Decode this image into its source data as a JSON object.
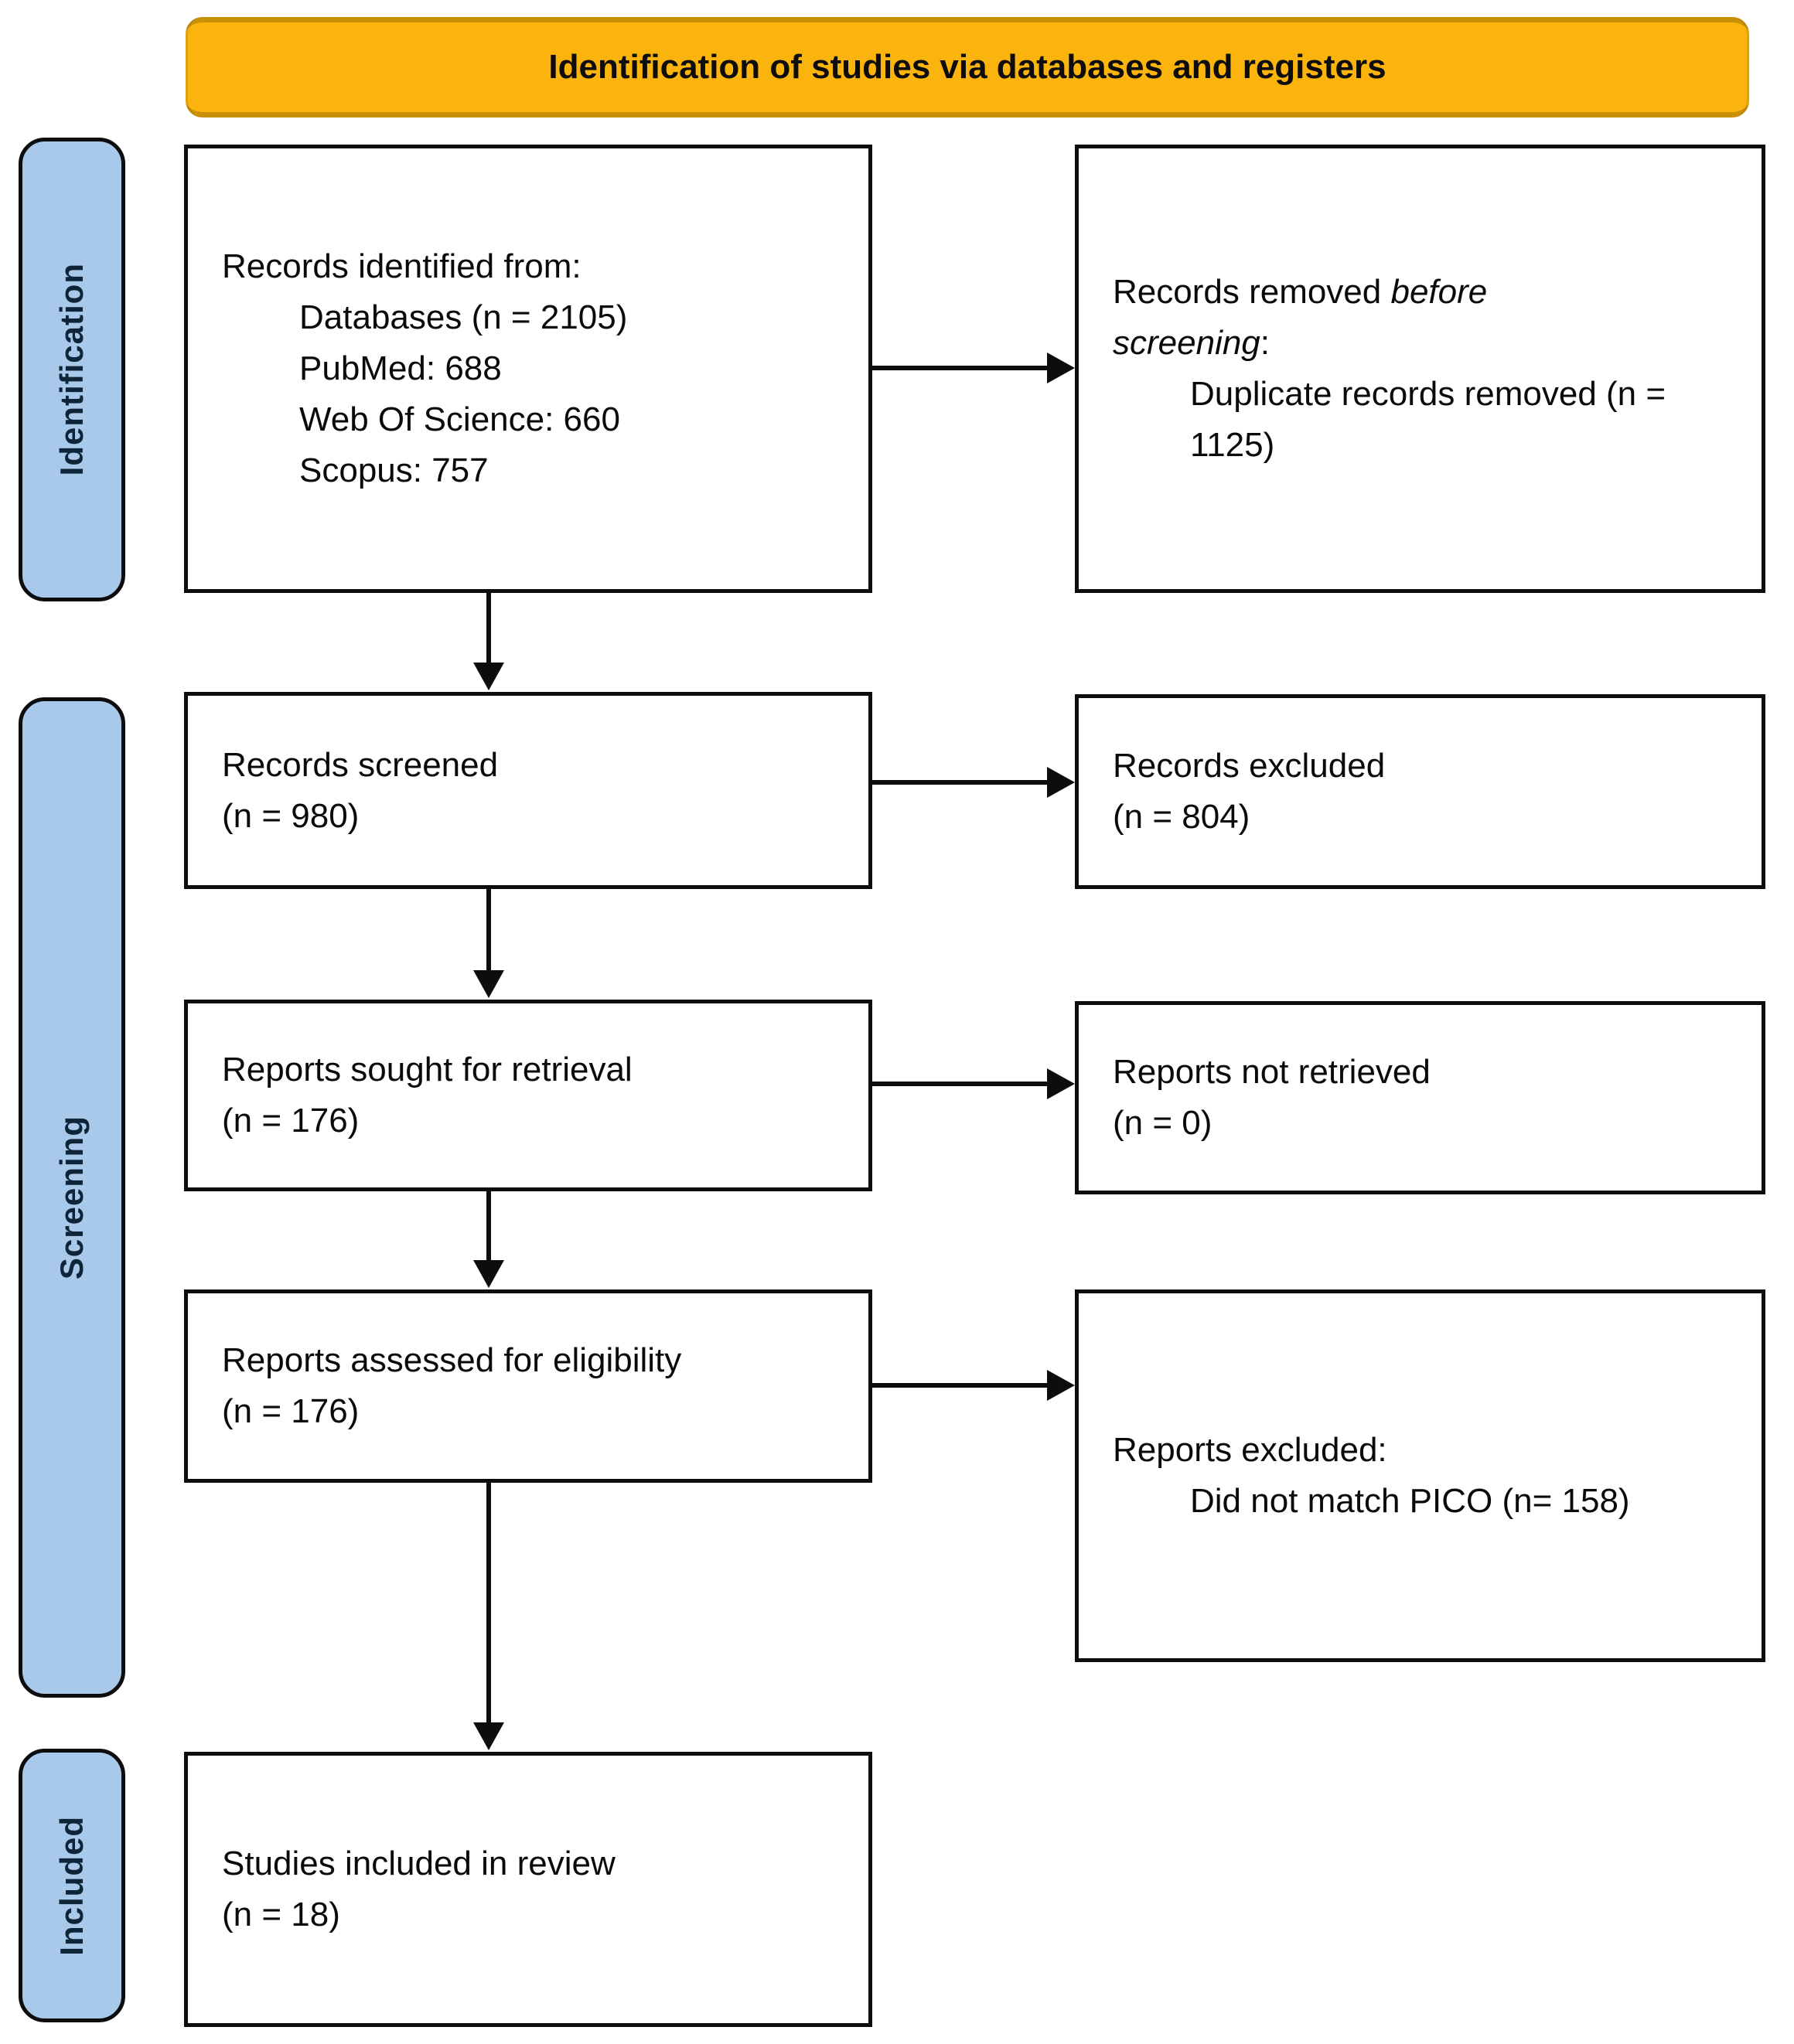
{
  "header": {
    "title": "Identification of studies via databases and registers"
  },
  "stages": {
    "identification": "Identification",
    "screening": "Screening",
    "included": "Included"
  },
  "boxes": {
    "records_identified": {
      "title": "Records identified from:",
      "items": [
        "Databases (n = 2105)",
        "PubMed: 688",
        "Web Of Science: 660",
        "Scopus: 757"
      ]
    },
    "records_removed": {
      "title_normal": "Records removed ",
      "title_italic": "before screening",
      "title_suffix": ":",
      "items": [
        "Duplicate records removed (n = 1125)"
      ]
    },
    "records_screened": {
      "line1": "Records screened",
      "line2": "(n = 980)"
    },
    "records_excluded": {
      "line1": "Records excluded",
      "line2": "(n = 804)"
    },
    "reports_sought": {
      "line1": "Reports sought for retrieval",
      "line2": "(n = 176)"
    },
    "reports_not_retrieved": {
      "line1": "Reports not retrieved",
      "line2": "(n = 0)"
    },
    "reports_assessed": {
      "line1": "Reports assessed for eligibility",
      "line2": "(n = 176)"
    },
    "reports_excluded": {
      "title": "Reports excluded:",
      "items": [
        "Did not match PICO (n= 158)"
      ]
    },
    "studies_included": {
      "line1": "Studies included in review",
      "line2": "(n = 18)"
    }
  },
  "colors": {
    "banner_fill": "#FBB30D",
    "stage_fill": "#A9C9EA",
    "stage_text": "#0E2439",
    "box_fill": "#FFFFFF",
    "box_border": "#0D0D0D",
    "arrow": "#0D0D0D",
    "text": "#0A0A0A"
  }
}
